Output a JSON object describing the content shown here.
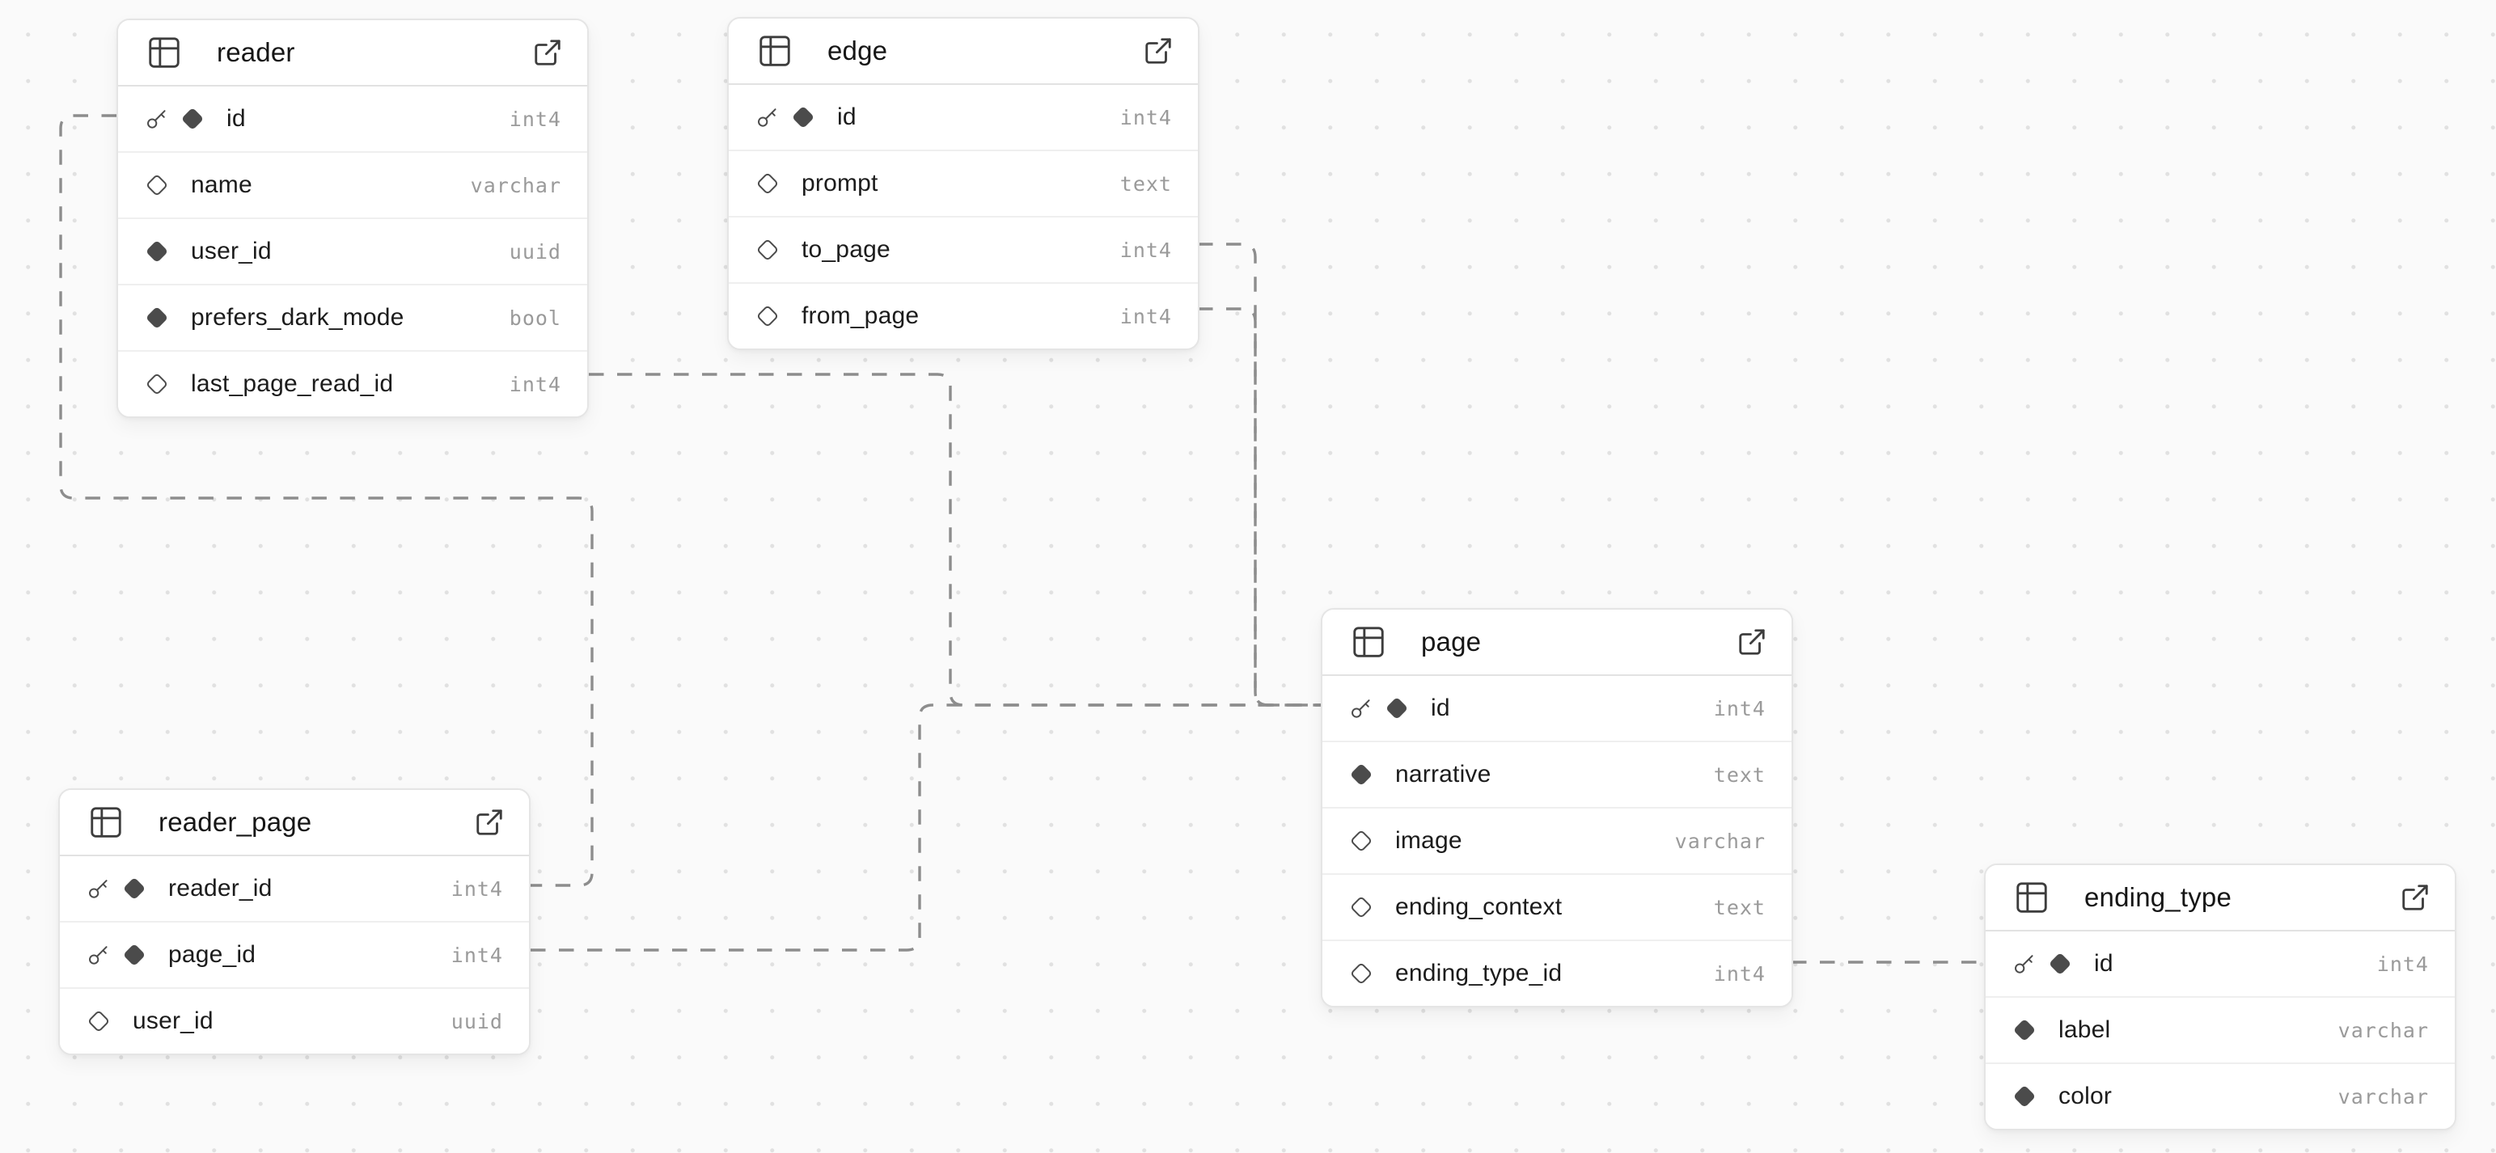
{
  "canvas": {
    "background_color": "#fafafa",
    "dot_color": "#e1e1e1",
    "relationship_line_color": "#8d8d8d",
    "card_background": "#ffffff",
    "card_border_color": "#e5e5e5",
    "icon_color": "#4b4b4b",
    "type_text_color": "#9a9a9a"
  },
  "icons": {
    "table_icon": "table-grid",
    "external_link_icon": "external-link (open table)",
    "primary_key_icon": "key",
    "not_null_icon": "filled-diamond",
    "nullable_icon": "hollow-diamond"
  },
  "tables": [
    {
      "name": "reader",
      "columns": [
        {
          "name": "id",
          "type": "int4",
          "primary_key": true,
          "nullable": false
        },
        {
          "name": "name",
          "type": "varchar",
          "primary_key": false,
          "nullable": true
        },
        {
          "name": "user_id",
          "type": "uuid",
          "primary_key": false,
          "nullable": false
        },
        {
          "name": "prefers_dark_mode",
          "type": "bool",
          "primary_key": false,
          "nullable": false
        },
        {
          "name": "last_page_read_id",
          "type": "int4",
          "primary_key": false,
          "nullable": true
        }
      ]
    },
    {
      "name": "edge",
      "columns": [
        {
          "name": "id",
          "type": "int4",
          "primary_key": true,
          "nullable": false
        },
        {
          "name": "prompt",
          "type": "text",
          "primary_key": false,
          "nullable": true
        },
        {
          "name": "to_page",
          "type": "int4",
          "primary_key": false,
          "nullable": true
        },
        {
          "name": "from_page",
          "type": "int4",
          "primary_key": false,
          "nullable": true
        }
      ]
    },
    {
      "name": "page",
      "columns": [
        {
          "name": "id",
          "type": "int4",
          "primary_key": true,
          "nullable": false
        },
        {
          "name": "narrative",
          "type": "text",
          "primary_key": false,
          "nullable": false
        },
        {
          "name": "image",
          "type": "varchar",
          "primary_key": false,
          "nullable": true
        },
        {
          "name": "ending_context",
          "type": "text",
          "primary_key": false,
          "nullable": true
        },
        {
          "name": "ending_type_id",
          "type": "int4",
          "primary_key": false,
          "nullable": true
        }
      ]
    },
    {
      "name": "reader_page",
      "columns": [
        {
          "name": "reader_id",
          "type": "int4",
          "primary_key": true,
          "nullable": false
        },
        {
          "name": "page_id",
          "type": "int4",
          "primary_key": true,
          "nullable": false
        },
        {
          "name": "user_id",
          "type": "uuid",
          "primary_key": false,
          "nullable": true
        }
      ]
    },
    {
      "name": "ending_type",
      "columns": [
        {
          "name": "id",
          "type": "int4",
          "primary_key": true,
          "nullable": false
        },
        {
          "name": "label",
          "type": "varchar",
          "primary_key": false,
          "nullable": false
        },
        {
          "name": "color",
          "type": "varchar",
          "primary_key": false,
          "nullable": false
        }
      ]
    }
  ],
  "relationships": [
    {
      "from": "reader_page.reader_id",
      "to": "reader.id"
    },
    {
      "from": "reader_page.page_id",
      "to": "page.id"
    },
    {
      "from": "reader.last_page_read_id",
      "to": "page.id"
    },
    {
      "from": "edge.to_page",
      "to": "page.id"
    },
    {
      "from": "edge.from_page",
      "to": "page.id"
    },
    {
      "from": "page.ending_type_id",
      "to": "ending_type.id"
    }
  ]
}
